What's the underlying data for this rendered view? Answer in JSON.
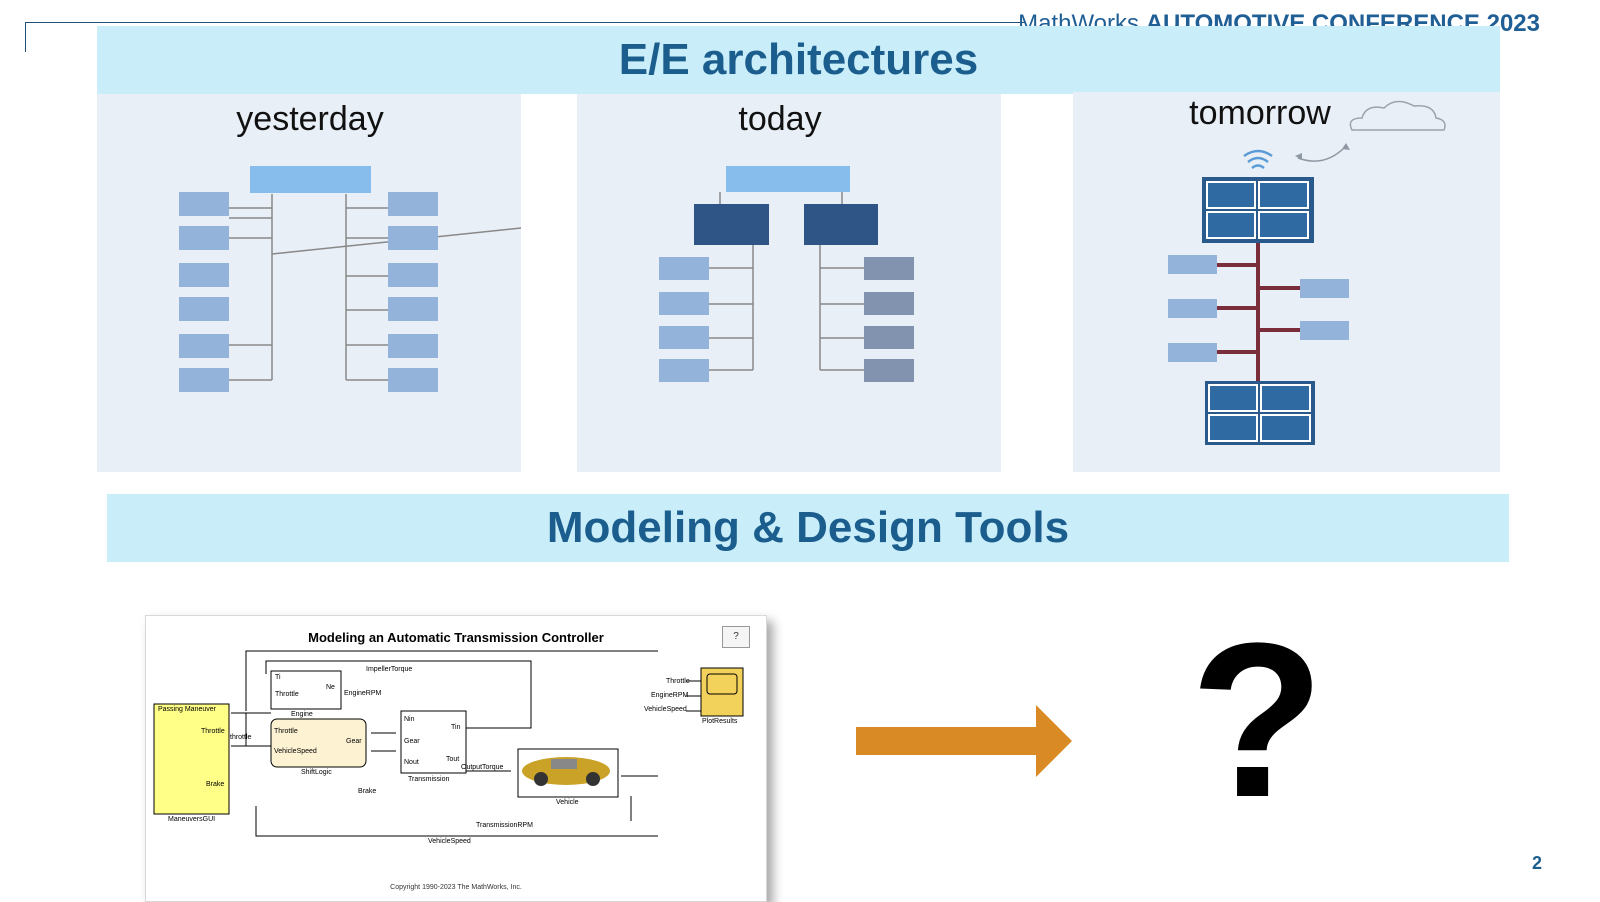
{
  "header": {
    "brand_light": "MathWorks",
    "brand_bold": "AUTOMOTIVE CONFERENCE 2023"
  },
  "banner1": {
    "title": "E/E architectures"
  },
  "columns": [
    {
      "label": "yesterday"
    },
    {
      "label": "today"
    },
    {
      "label": "tomorrow"
    }
  ],
  "banner2": {
    "title": "Modeling & Design Tools"
  },
  "simulink": {
    "title": "Modeling an Automatic Transmission Controller",
    "help": "?",
    "copyright": "Copyright 1990-2023 The MathWorks, Inc.",
    "labels": {
      "impeller": "ImpellerTorque",
      "ti": "Ti",
      "ne": "Ne",
      "throttle_in": "Throttle",
      "engine_rpm": "EngineRPM",
      "engine": "Engine",
      "passing": "Passing Maneuver",
      "throttle_out": "Throttle",
      "brake_out": "Brake",
      "throttle_sig": "throttle",
      "shift_throttle": "Throttle",
      "vehicle_speed_in": "VehicleSpeed",
      "gear_out": "Gear",
      "shift_logic": "ShiftLogic",
      "nin": "Nin",
      "gear_in": "Gear",
      "nout": "Nout",
      "tin": "Tin",
      "tout": "Tout",
      "transmission": "Transmission",
      "output_torque": "OutputTorque",
      "vehicle": "Vehicle",
      "brake": "Brake",
      "trans_rpm": "TransmissionRPM",
      "vehicle_speed": "VehicleSpeed",
      "maneuvers_gui": "ManeuversGUI",
      "plot_throttle": "Throttle",
      "plot_engine": "EngineRPM",
      "plot_speed": "VehicleSpeed",
      "plot_results": "PlotResults"
    }
  },
  "page_number": "2",
  "colors": {
    "banner_bg": "#c9eefa",
    "banner_text": "#1b5e8e",
    "panel_bg": "#e8eff7",
    "ecu_light": "#94b3da",
    "ecu_dark": "#2f5486",
    "bus_red": "#7a2e3b",
    "arrow_orange": "#d98a25",
    "scope_yellow": "#f2d25a"
  }
}
